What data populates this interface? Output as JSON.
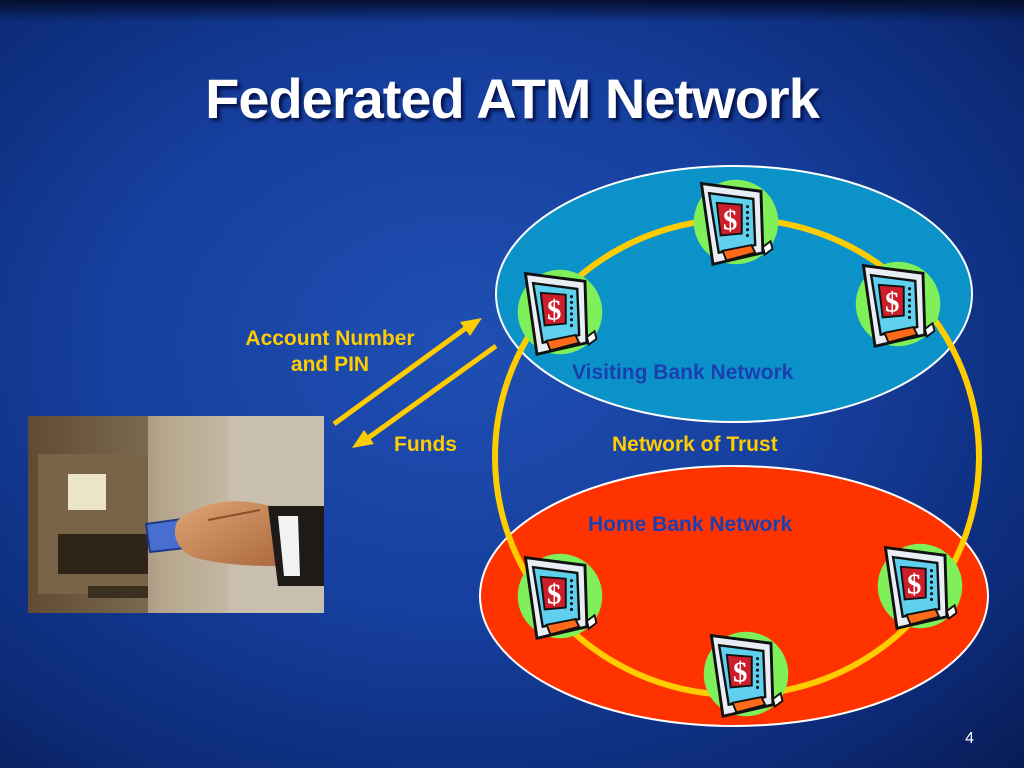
{
  "slide": {
    "title": "Federated ATM Network",
    "page_number": "4"
  },
  "labels": {
    "account_number": "Account Number",
    "and_pin": "and PIN",
    "funds": "Funds",
    "network_of_trust": "Network of Trust",
    "visiting_bank_network": "Visiting Bank Network",
    "home_bank_network": "Home Bank Network"
  },
  "atm_icon_glyph": "$",
  "colors": {
    "background": "#163f9e",
    "accent_yellow": "#ffcc00",
    "visiting_network_fill": "#0b93c9",
    "home_network_fill": "#ff3300",
    "label_navy": "#1b3fb0"
  },
  "icons": [
    "atm-machine-icon",
    "hand-inserting-card-photo"
  ]
}
